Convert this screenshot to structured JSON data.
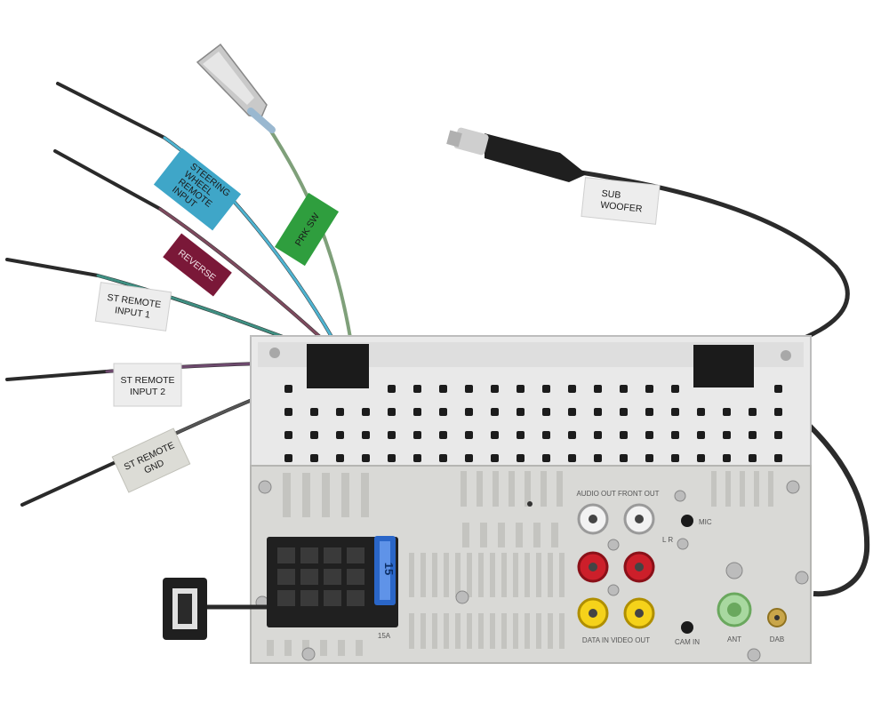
{
  "wires": {
    "steering": {
      "line1": "STEERING",
      "line2": "WHEEL",
      "line3": "REMOTE",
      "line4": "INPUT",
      "color": "#3fa6c8"
    },
    "parking": {
      "text": "PRK  SW",
      "color": "#2f9e3e"
    },
    "reverse": {
      "text": "REVERSE",
      "color": "#7a1838"
    },
    "st_remote_1": {
      "line1": "ST REMOTE",
      "line2": "INPUT 1"
    },
    "st_remote_2": {
      "line1": "ST REMOTE",
      "line2": "INPUT 2"
    },
    "st_remote_gnd": {
      "line1": "ST REMOTE",
      "line2": "GND"
    },
    "subwoofer": {
      "line1": "SUB",
      "line2": "WOOFER"
    }
  },
  "panel": {
    "fuse": "15",
    "fuse_label": "15A",
    "audio_label": "AUDIO OUT  FRONT OUT",
    "mic_label": "MIC",
    "video_label": "DATA IN  VIDEO OUT",
    "cam_label": "CAM IN",
    "antenna_label": "ANT",
    "dab_label": "DAB",
    "lr_label": "L    R"
  }
}
